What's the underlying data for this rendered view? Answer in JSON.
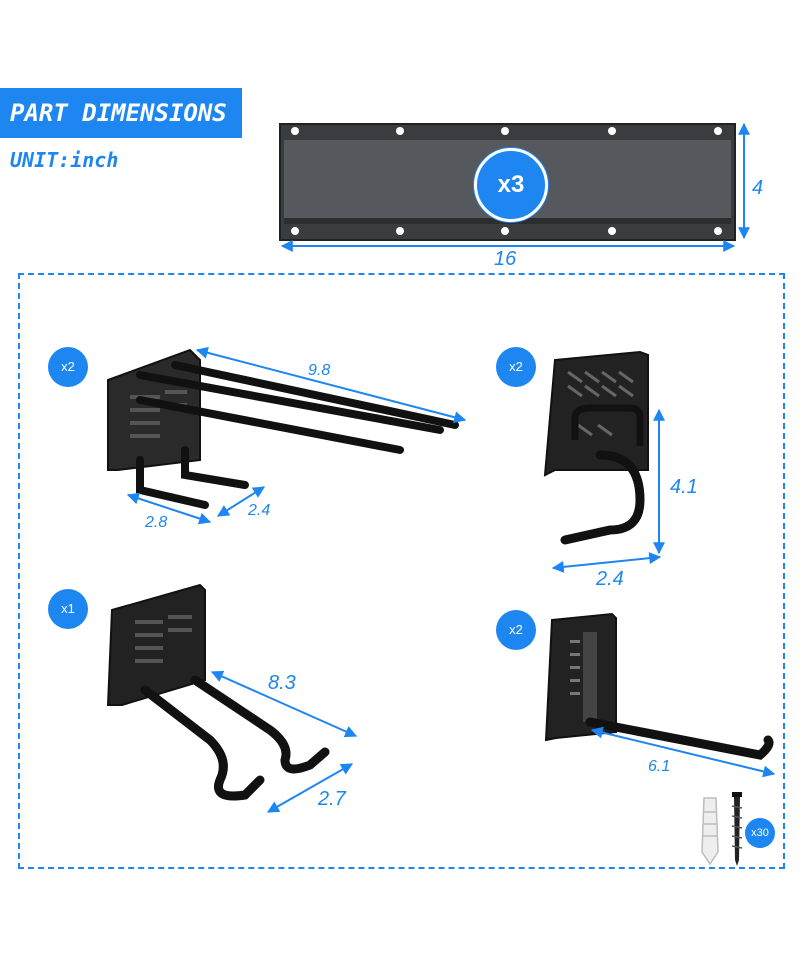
{
  "header": {
    "title": "PART DIMENSIONS",
    "unit": "UNIT:inch"
  },
  "rail": {
    "quantity": "x3",
    "height": "4",
    "width": "16"
  },
  "parts": [
    {
      "id": "double-hook",
      "quantity": "x2",
      "length": "9.8",
      "width_a": "2.8",
      "width_b": "2.4"
    },
    {
      "id": "j-hook",
      "quantity": "x2",
      "height": "4.1",
      "width": "2.4"
    },
    {
      "id": "dual-curved-hook",
      "quantity": "x1",
      "length": "8.3",
      "width": "2.7"
    },
    {
      "id": "single-hook",
      "quantity": "x2",
      "length": "6.1"
    }
  ],
  "hardware": {
    "quantity": "x30"
  },
  "colors": {
    "accent": "#1e86f0",
    "metal": "#1a1a1a"
  }
}
